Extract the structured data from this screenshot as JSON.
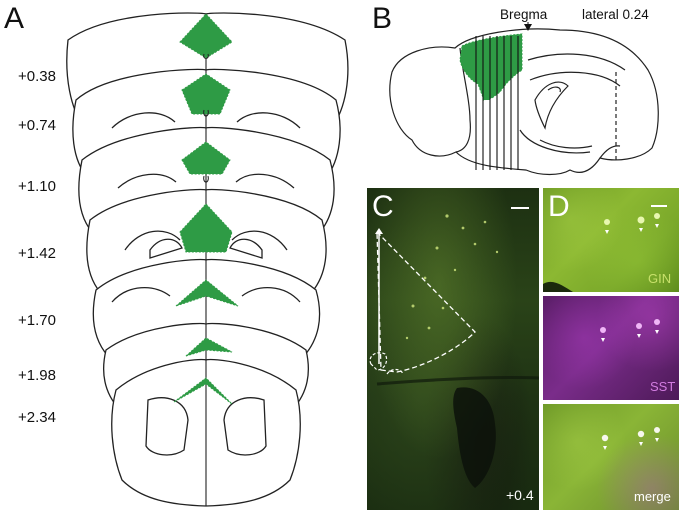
{
  "panel_a": {
    "letter": "A",
    "coordinates": [
      "+0.38",
      "+0.74",
      "+1.10",
      "+1.42",
      "+1.70",
      "+1.98",
      "+2.34"
    ]
  },
  "panel_b": {
    "letter": "B",
    "bregma_label": "Bregma",
    "lateral_label": "lateral 0.24"
  },
  "panel_c": {
    "letter": "C",
    "coordinate": "+0.4"
  },
  "panel_d": {
    "letter": "D",
    "channels": [
      "GIN",
      "SST",
      "merge"
    ]
  },
  "colors": {
    "highlight_green": "#2e9b45",
    "gin_green": "#8fc02a",
    "sst_magenta": "#b142c4",
    "micrograph_dark": "#0e1a0b"
  }
}
